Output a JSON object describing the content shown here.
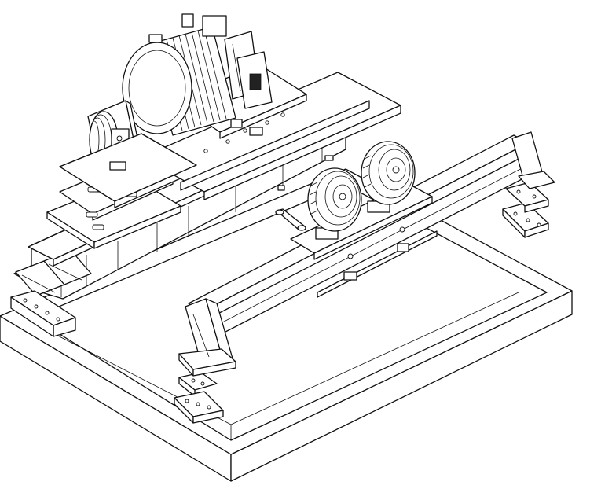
{
  "drawing": {
    "kind": "isometric exploded line drawing",
    "line_color": "#111111",
    "background": "#ffffff"
  },
  "parts": [
    {
      "id": "base-frame",
      "label": ""
    },
    {
      "id": "machine-bedplate",
      "label": ""
    },
    {
      "id": "traction-motor",
      "label": ""
    },
    {
      "id": "brake-unit",
      "label": ""
    },
    {
      "id": "deflector-sheaves",
      "label": ""
    },
    {
      "id": "sheave-support-beam",
      "label": ""
    },
    {
      "id": "anchor-plates",
      "label": ""
    }
  ]
}
